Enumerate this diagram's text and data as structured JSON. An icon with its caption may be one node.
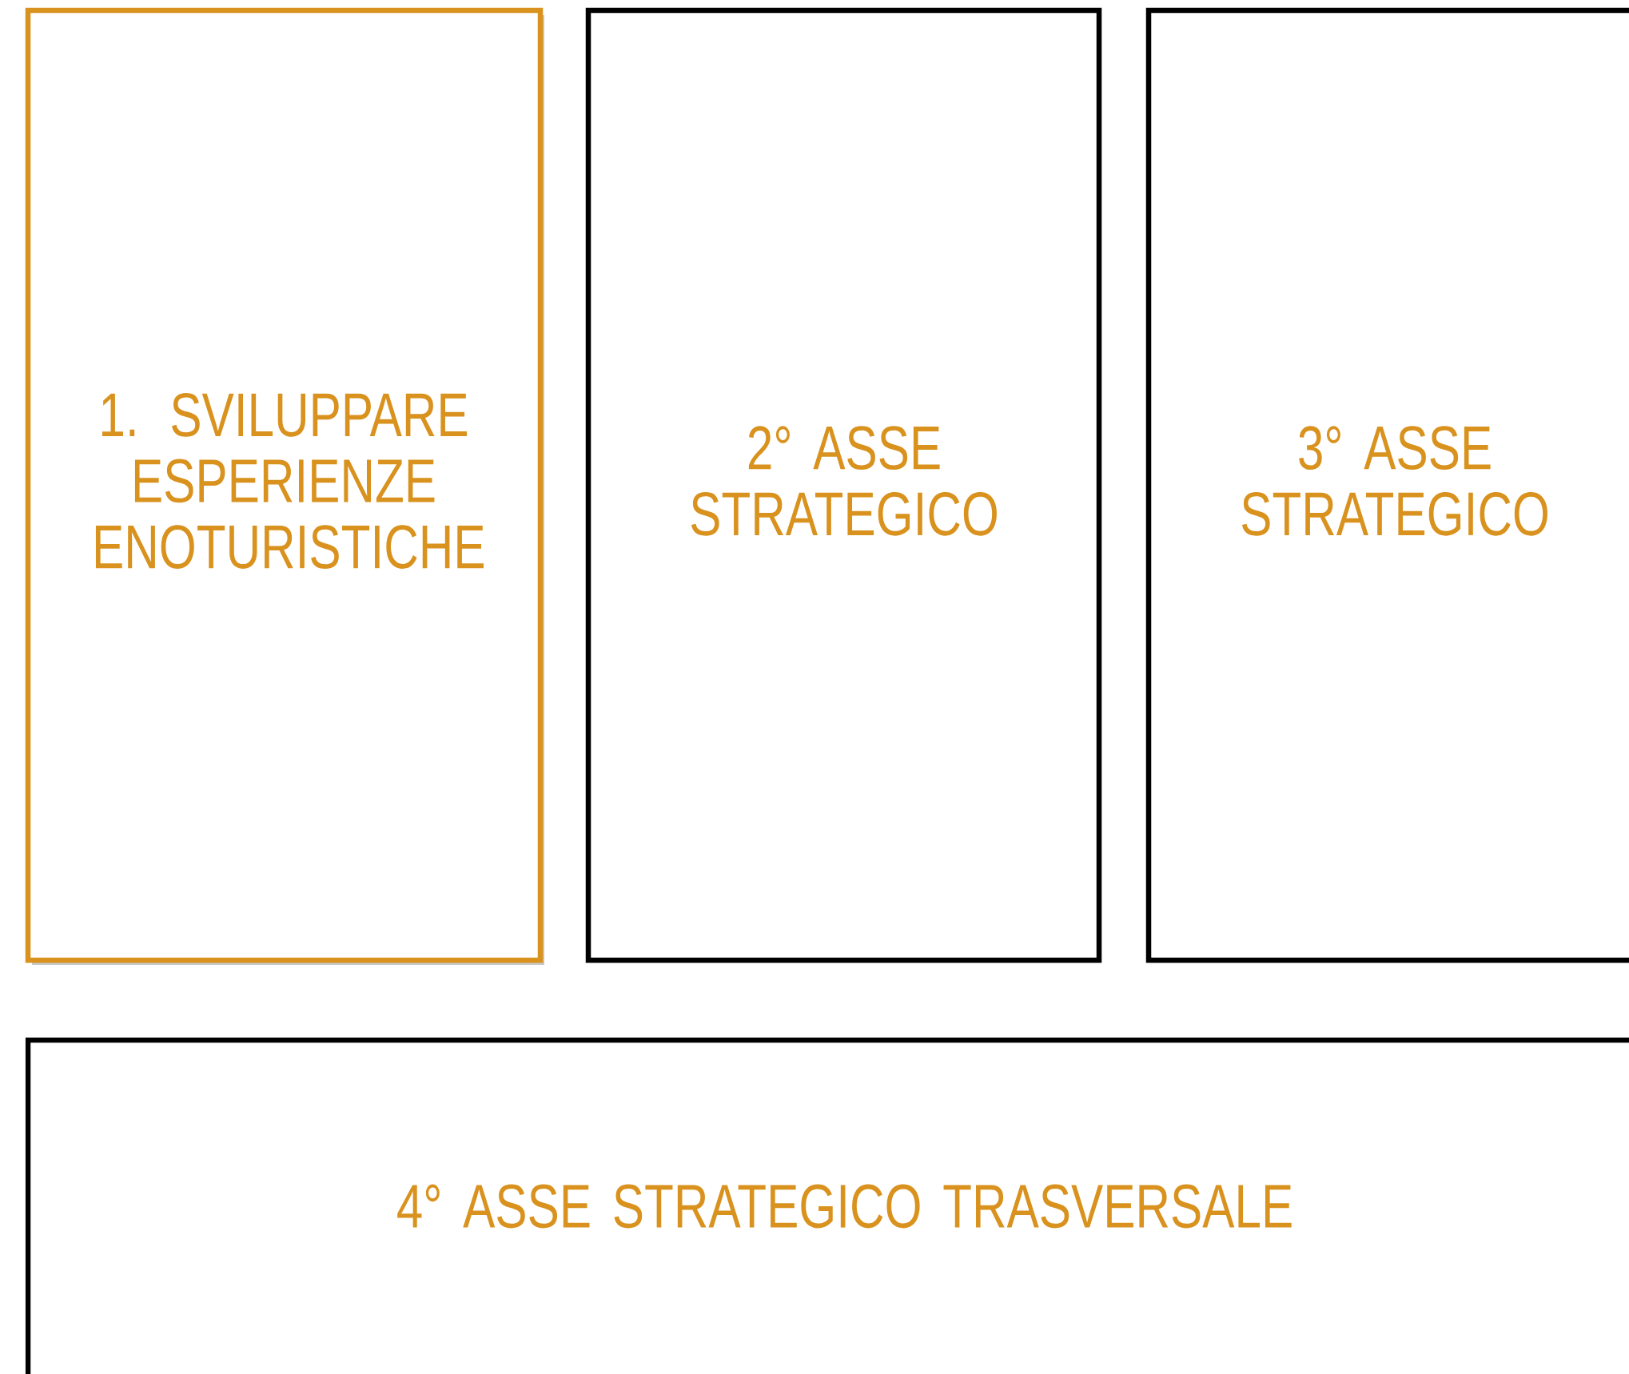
{
  "diagram": {
    "nodes": [
      {
        "text": [
          "1. SVILUPPARE ESPERIENZE ENOTURISTICHE"
        ]
      },
      {
        "text": [
          "2° ASSE STRATEGICO"
        ]
      },
      {
        "text": [
          "3° ASSE STRATEGICO"
        ]
      },
      {
        "text": [
          "4° ASSE STRATEGICO TRASVERSALE"
        ]
      }
    ]
  }
}
